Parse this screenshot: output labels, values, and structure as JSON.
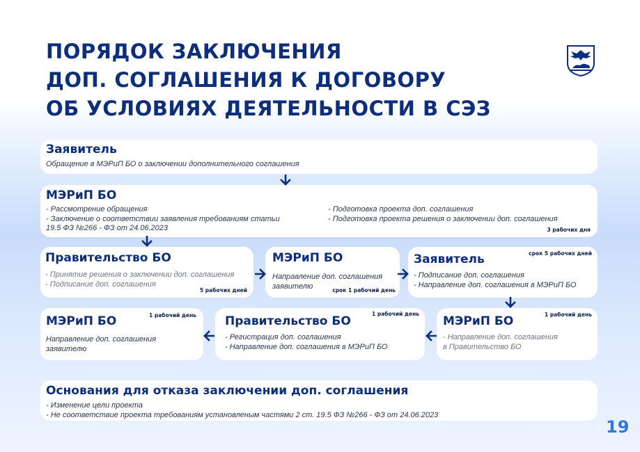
{
  "title": {
    "line1": "ПОРЯДОК ЗАКЛЮЧЕНИЯ",
    "line2": "ДОП. СОГЛАШЕНИЯ К ДОГОВОРУ",
    "line3": "ОБ УСЛОВИЯХ ДЕЯТЕЛЬНОСТИ В СЭЗ"
  },
  "emblem": {
    "icon": "coat-of-arms-icon"
  },
  "box_applicant": {
    "title": "Заявитель",
    "text": "Обращение в МЭРиП БО о заключении дополнительного соглашения"
  },
  "box_merip1": {
    "title": "МЭРиП БО",
    "left_lines": [
      "- Рассмотрение обращения",
      "- Заключение о соответствии заявления требованиям статьи",
      "19.5 ФЗ №266 - ФЗ от 24.06.2023"
    ],
    "right_lines": [
      "- Подготовка проекта доп. соглашения",
      "- Подготовка проекта решения о заключении доп. соглашения"
    ],
    "term": "3 рабочих дня"
  },
  "box_gov1": {
    "title": "Правительство БО",
    "lines": [
      "- Принятие решения о заключении доп. соглашения",
      "- Подписание доп. соглашения"
    ],
    "term": "5 рабочих дней"
  },
  "box_merip2": {
    "title": "МЭРиП БО",
    "lines": [
      "Направление доп. соглашения",
      "заявителю"
    ],
    "term": "срок 1 рабочий день"
  },
  "box_applicant2": {
    "title": "Заявитель",
    "term": "срок 5 рабочих дней",
    "lines": [
      "- Подписание доп. соглашения",
      "- Направление доп. соглашения в МЭРиП БО"
    ]
  },
  "box_merip3": {
    "title": "МЭРиП БО",
    "term": "1 рабочий день",
    "lines": [
      "- Направление доп. соглашения",
      "в Правительство БО"
    ]
  },
  "box_gov2": {
    "title": "Правительство БО",
    "term": "1 рабочий день",
    "lines": [
      "- Регистрация доп. соглашения",
      "- Направление доп. соглашения в МЭРиП БО"
    ]
  },
  "box_merip4": {
    "title": "МЭРиП БО",
    "term": "1 рабочий день",
    "lines": [
      "Направление доп. соглашения",
      "заявителю"
    ]
  },
  "box_grounds": {
    "title": "Основания для отказа заключении доп. соглашения",
    "lines": [
      "- Изменение цели проекта",
      "- Не соответствие проекта требованиям установленым частями 2 ст. 19.5 ФЗ №266 - ФЗ от 24.06.2023"
    ]
  },
  "page_number": "19",
  "colors": {
    "heading": "#0d2d7d",
    "page_number": "#2f78e6",
    "card": "#ffffff"
  }
}
